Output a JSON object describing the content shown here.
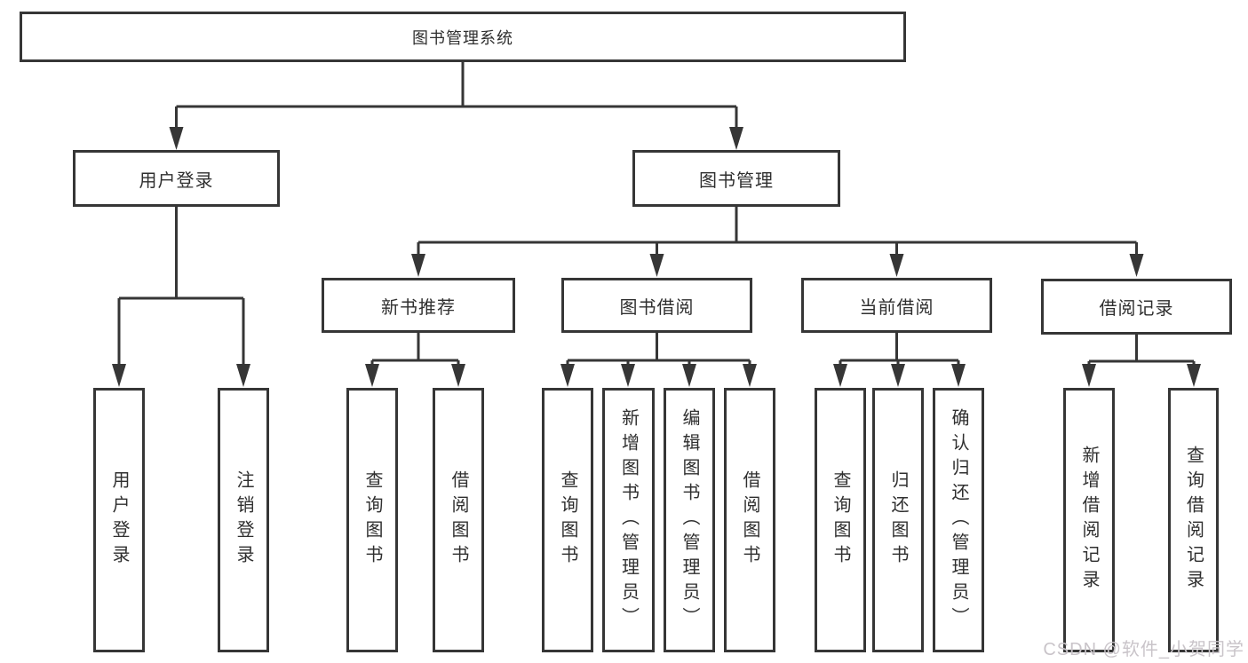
{
  "tree": {
    "root": "图书管理系统",
    "branches": [
      {
        "label": "用户登录",
        "leaves": [
          "用户登录",
          "注销登录"
        ]
      },
      {
        "label": "图书管理",
        "groups": [
          {
            "label": "新书推荐",
            "leaves": [
              "查询图书",
              "借阅图书"
            ]
          },
          {
            "label": "图书借阅",
            "leaves": [
              "查询图书",
              "新增图书（管理员）",
              "编辑图书（管理员）",
              "借阅图书"
            ]
          },
          {
            "label": "当前借阅",
            "leaves": [
              "查询图书",
              "归还图书",
              "确认归还（管理员）"
            ]
          },
          {
            "label": "借阅记录",
            "leaves": [
              "新增借阅记录",
              "查询借阅记录"
            ]
          }
        ]
      }
    ]
  },
  "watermark": "CSDN @软件_小贺同学",
  "colors": {
    "line": "#363636",
    "border": "#363636",
    "text": "#2f2f2f",
    "watermark": "#c9c4c9",
    "background": "#ffffff"
  }
}
